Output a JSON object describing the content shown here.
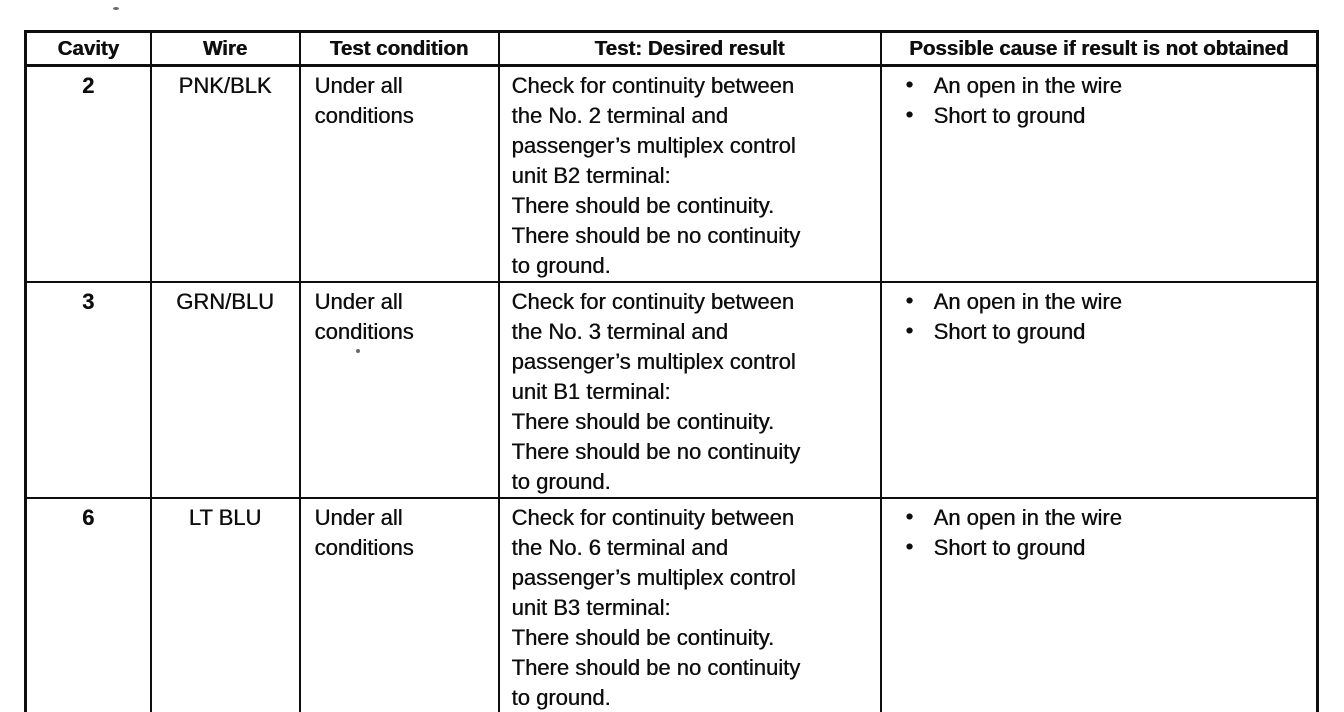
{
  "colors": {
    "ink": "#0e0e0e",
    "paper": "#ffffff"
  },
  "table": {
    "headers": [
      "Cavity",
      "Wire",
      "Test condition",
      "Test: Desired result",
      "Possible cause if result is not obtained"
    ],
    "rows": [
      {
        "cavity": "2",
        "wire": "PNK/BLK",
        "condition": "Under all\nconditions",
        "desired_result": "Check for continuity between\nthe No. 2 terminal and\npassenger’s multiplex control\nunit B2 terminal:\nThere should be continuity.\nThere should be no continuity\nto ground.",
        "causes": [
          "An open in the wire",
          "Short to ground"
        ]
      },
      {
        "cavity": "3",
        "wire": "GRN/BLU",
        "condition": "Under all\nconditions",
        "desired_result": "Check for continuity between\nthe No. 3 terminal and\npassenger’s multiplex control\nunit B1 terminal:\nThere should be continuity.\nThere should be no continuity\nto ground.",
        "causes": [
          "An open in the wire",
          "Short to ground"
        ]
      },
      {
        "cavity": "6",
        "wire": "LT BLU",
        "condition": "Under all\nconditions",
        "desired_result": "Check for continuity between\nthe No. 6 terminal and\npassenger’s multiplex control\nunit B3 terminal:\nThere should be continuity.\nThere should be no continuity\nto ground.",
        "causes": [
          "An open in the wire",
          "Short to ground"
        ]
      }
    ]
  }
}
